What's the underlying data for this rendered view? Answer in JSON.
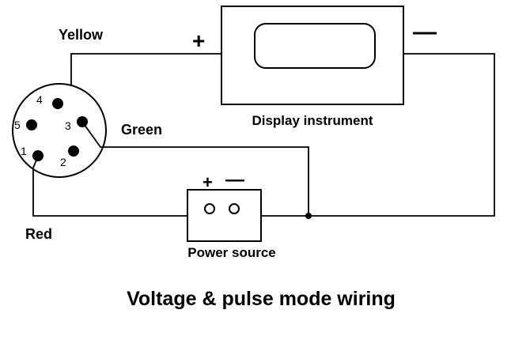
{
  "title": "Voltage & pulse mode wiring",
  "wire_labels": {
    "yellow": "Yellow",
    "green": "Green",
    "red": "Red"
  },
  "display_instrument": {
    "label": "Display instrument",
    "plus": "+",
    "minus": "—"
  },
  "power_source": {
    "label": "Power source",
    "plus": "+",
    "minus": "—"
  },
  "connector": {
    "pins": [
      "1",
      "2",
      "3",
      "4",
      "5"
    ]
  }
}
